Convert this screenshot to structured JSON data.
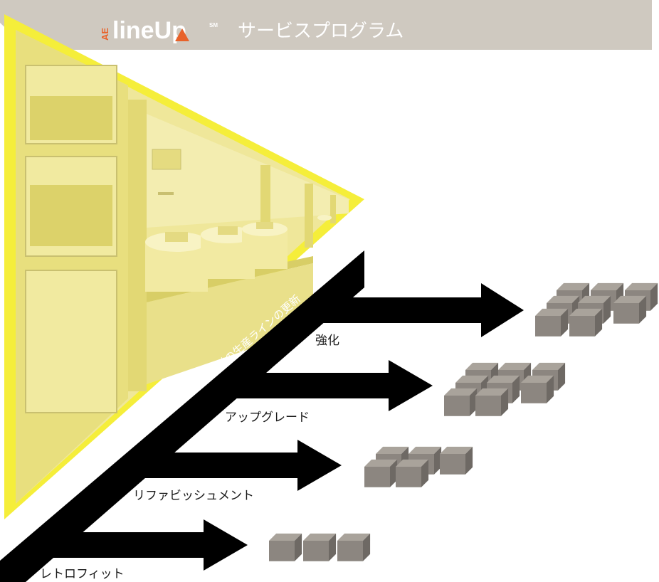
{
  "header": {
    "logo_ae": "AE",
    "logo_word": "lineUp",
    "logo_sm": "SM",
    "title": "サービスプログラム"
  },
  "diagonal_label": "AEのLineUPSM プログラムによるお客様の生産ラインの更新",
  "branches": [
    {
      "label": "強化",
      "blocks": 8
    },
    {
      "label": "アップグレード",
      "blocks": 8
    },
    {
      "label": "リファビッシュメント",
      "blocks": 5
    },
    {
      "label": "レトロフィット",
      "blocks": 3
    }
  ],
  "colors": {
    "header_band": "#cfc9c0",
    "logo_orange": "#e8622a",
    "highlight_yellow": "#f5ee3a",
    "machine_fill": "#efe79a",
    "arrow": "#000000",
    "block_top": "#a9a39b",
    "block_front": "#8c8680",
    "block_side": "#6e6964"
  }
}
